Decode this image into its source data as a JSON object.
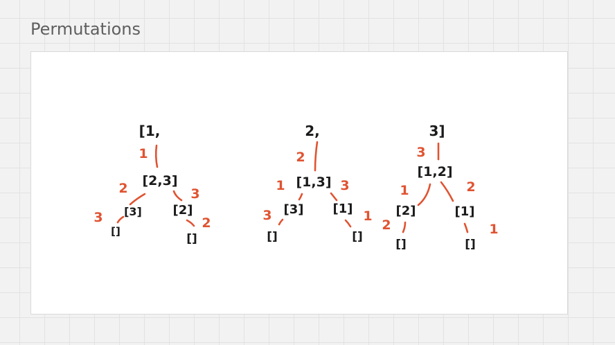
{
  "board": {
    "frame_title": "Permutations"
  },
  "colors": {
    "node_text": "#1a1a1a",
    "edge": "#e05331",
    "frame_bg": "#ffffff",
    "canvas_bg": "#f2f2f2"
  },
  "trees": [
    {
      "header": "[1,",
      "choice_label": "1",
      "level1_node": "[2,3]",
      "left_label": "2",
      "left_node": "[3]",
      "left_leaf_label": "3",
      "left_leaf": "[]",
      "right_label": "3",
      "right_node": "[2]",
      "right_leaf_label": "2",
      "right_leaf": "[]"
    },
    {
      "header": "2,",
      "choice_label": "2",
      "level1_node": "[1,3]",
      "left_label": "1",
      "left_node": "[3]",
      "left_leaf_label": "3",
      "left_leaf": "[]",
      "right_label": "3",
      "right_node": "[1]",
      "right_leaf_label": "1",
      "right_leaf": "[]"
    },
    {
      "header": "3]",
      "choice_label": "3",
      "level1_node": "[1,2]",
      "left_label": "1",
      "left_node": "[2]",
      "left_leaf_label": "2",
      "left_leaf": "[]",
      "right_label": "2",
      "right_node": "[1]",
      "right_leaf_label": "1",
      "right_leaf": "[]"
    }
  ]
}
